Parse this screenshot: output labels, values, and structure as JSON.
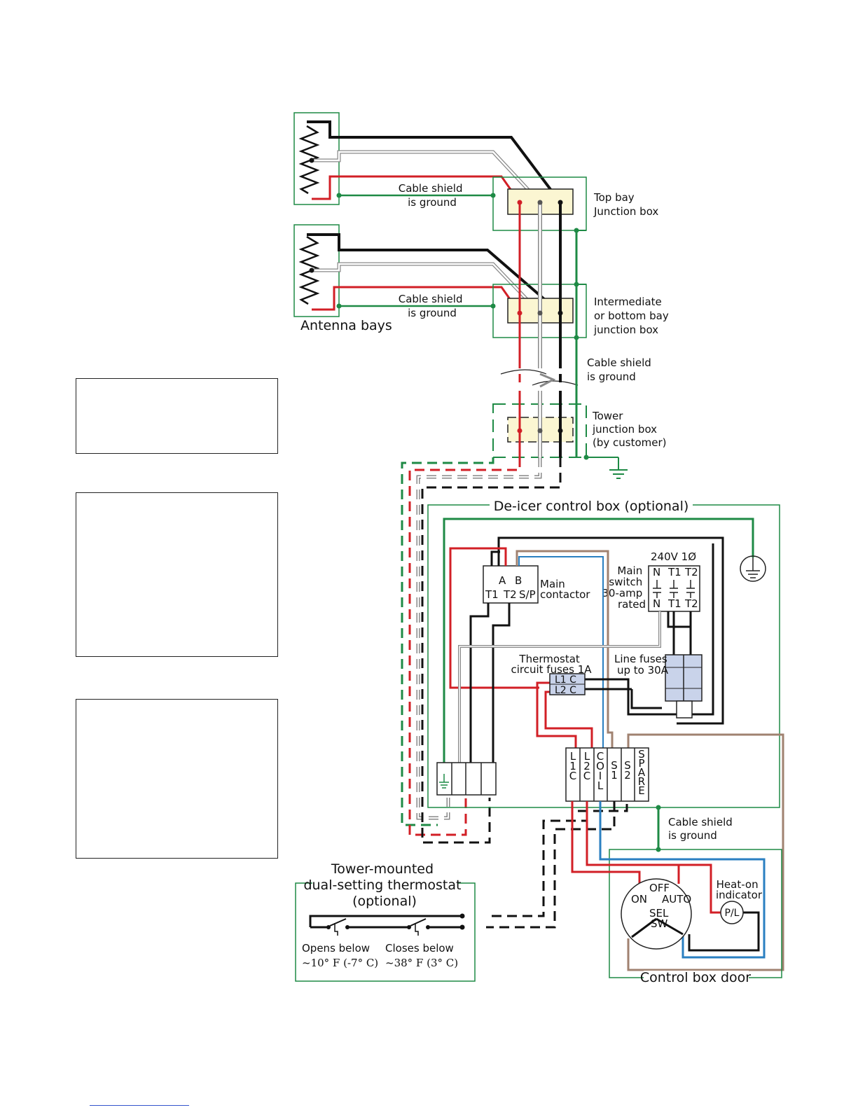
{
  "labels": {
    "top_bay": [
      "Top bay",
      "Junction box"
    ],
    "cable_shield_top": [
      "Cable shield",
      "is ground"
    ],
    "cable_shield_mid": [
      "Cable shield",
      "is ground"
    ],
    "intermediate": [
      "Intermediate",
      "or bottom bay",
      "junction box"
    ],
    "antenna_bays": "Antenna bays",
    "cable_shield_right": [
      "Cable shield",
      "is ground"
    ],
    "tower_jbox": [
      "Tower",
      "junction box",
      "(by customer)"
    ],
    "deicer_box": "De-icer control box (optional)",
    "main_switch": [
      "Main",
      "switch",
      "30-amp",
      "rated"
    ],
    "voltage": "240V  1Ø",
    "switch_top_terms": [
      "N",
      "T1",
      "T2"
    ],
    "switch_bot_terms": [
      "N",
      "T1",
      "T2"
    ],
    "contactor_top": [
      "A",
      "B"
    ],
    "contactor_bot": [
      "T1",
      "T2",
      "S/P"
    ],
    "main_contactor": [
      "Main",
      "contactor"
    ],
    "thermo_fuses": [
      "Thermostat",
      "circuit fuses 1A"
    ],
    "fuse_rows": [
      "L1 C",
      "L2 C"
    ],
    "line_fuses": [
      "Line fuses",
      "up to 30A"
    ],
    "terminal_strip": [
      "L1C",
      "L2C",
      "COIL",
      "S1",
      "S2",
      "SPARE"
    ],
    "cable_shield_bottom": [
      "Cable shield",
      "is ground"
    ],
    "thermostat": [
      "Tower-mounted",
      "dual-setting thermostat",
      "(optional)"
    ],
    "opens_below": [
      "Opens below",
      "~10° F (-7° C)"
    ],
    "closes_below": [
      "Closes below",
      "~38° F (3° C)"
    ],
    "heat_on": [
      "Heat-on",
      "indicator"
    ],
    "pl": "P/L",
    "selector": [
      "OFF",
      "ON",
      "AUTO",
      "SEL",
      "SW"
    ],
    "control_door": "Control box door"
  },
  "colors": {
    "ground": "#1e8a45",
    "hot_red": "#d21f26",
    "black": "#111111",
    "neutral_grey": "#888888",
    "blue": "#2a7fc1",
    "brown": "#a08270",
    "jbox_fill": "#fbf6d2",
    "fuse_fill": "#c9d3ea"
  }
}
